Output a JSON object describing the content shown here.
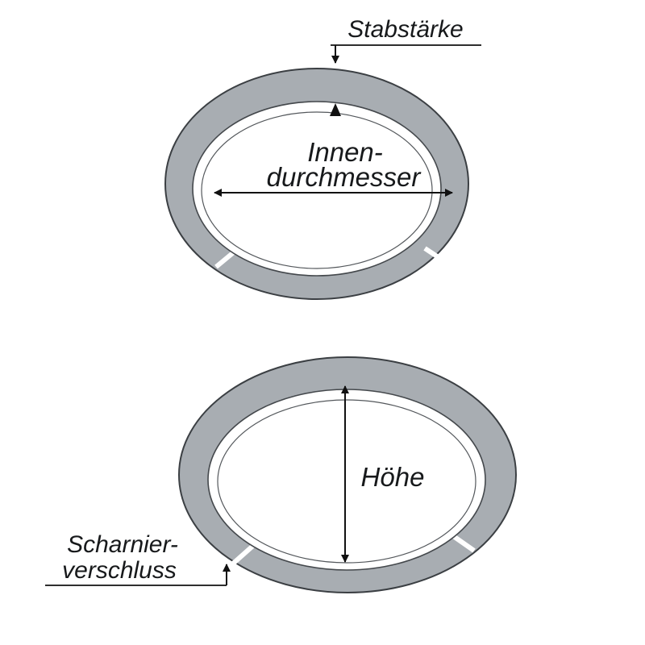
{
  "diagram": {
    "top_ring": {
      "label_thickness": "Stabstärke",
      "label_inner_diameter_line1": "Innen-",
      "label_inner_diameter_line2": "durchmesser"
    },
    "bottom_ring": {
      "label_height": "Höhe",
      "label_closure_line1": "Scharnier-",
      "label_closure_line2": "verschluss"
    },
    "colors": {
      "band": "#a8adb2",
      "outline": "#3b3f43",
      "text": "#17191b",
      "background": "#ffffff"
    }
  }
}
